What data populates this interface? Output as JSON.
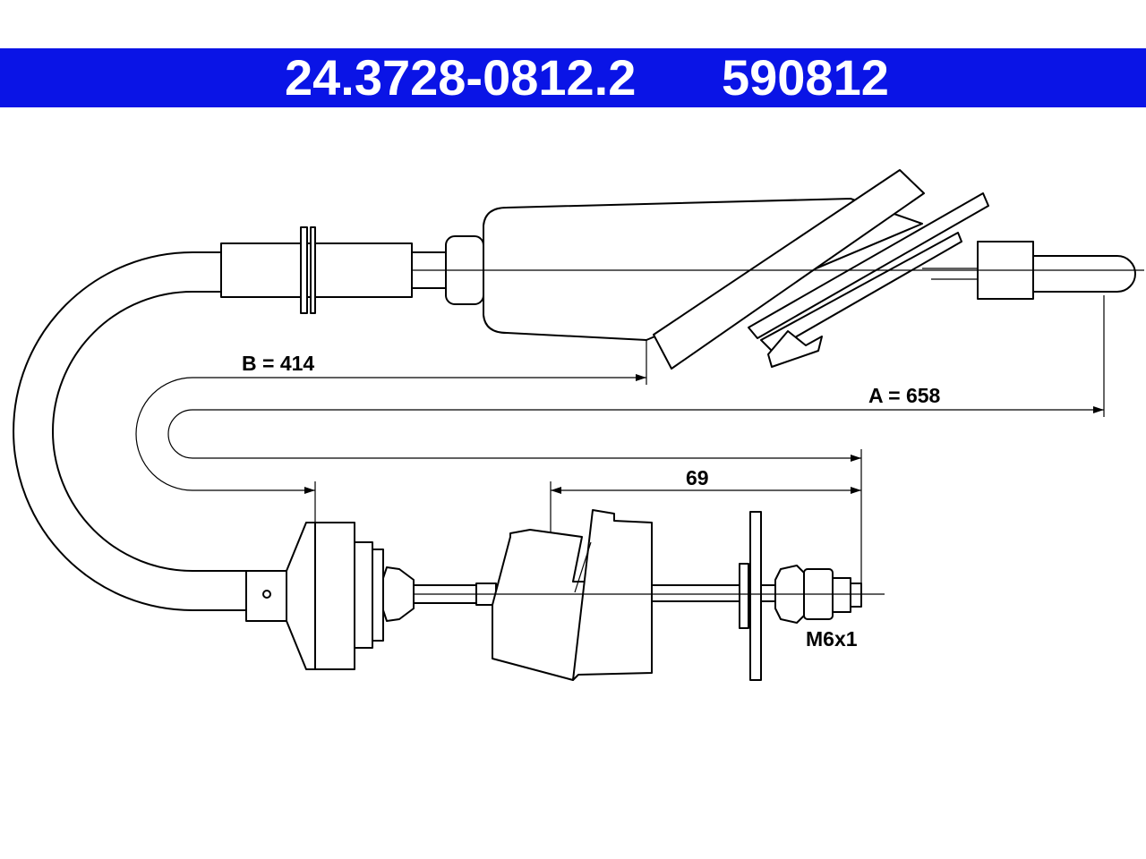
{
  "header": {
    "part_number": "24.3728-0812.2",
    "alt_number": "590812",
    "background_color": "#0a14e6",
    "text_color": "#ffffff"
  },
  "dimensions": {
    "b_label": "B = 414",
    "a_label": "A = 658",
    "stroke_label": "69",
    "thread_label": "M6x1"
  }
}
